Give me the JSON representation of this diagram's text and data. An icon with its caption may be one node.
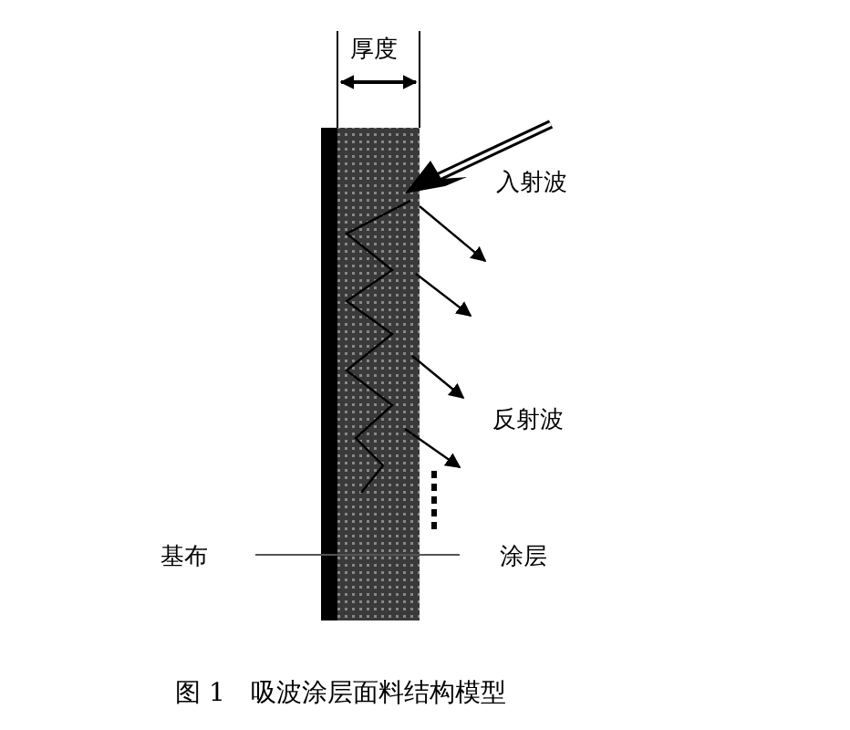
{
  "diagram": {
    "caption": "图 1　吸波涂层面料结构模型",
    "labels": [
      "厚度",
      "入射波",
      "反射波",
      "基布",
      "涂层"
    ]
  }
}
